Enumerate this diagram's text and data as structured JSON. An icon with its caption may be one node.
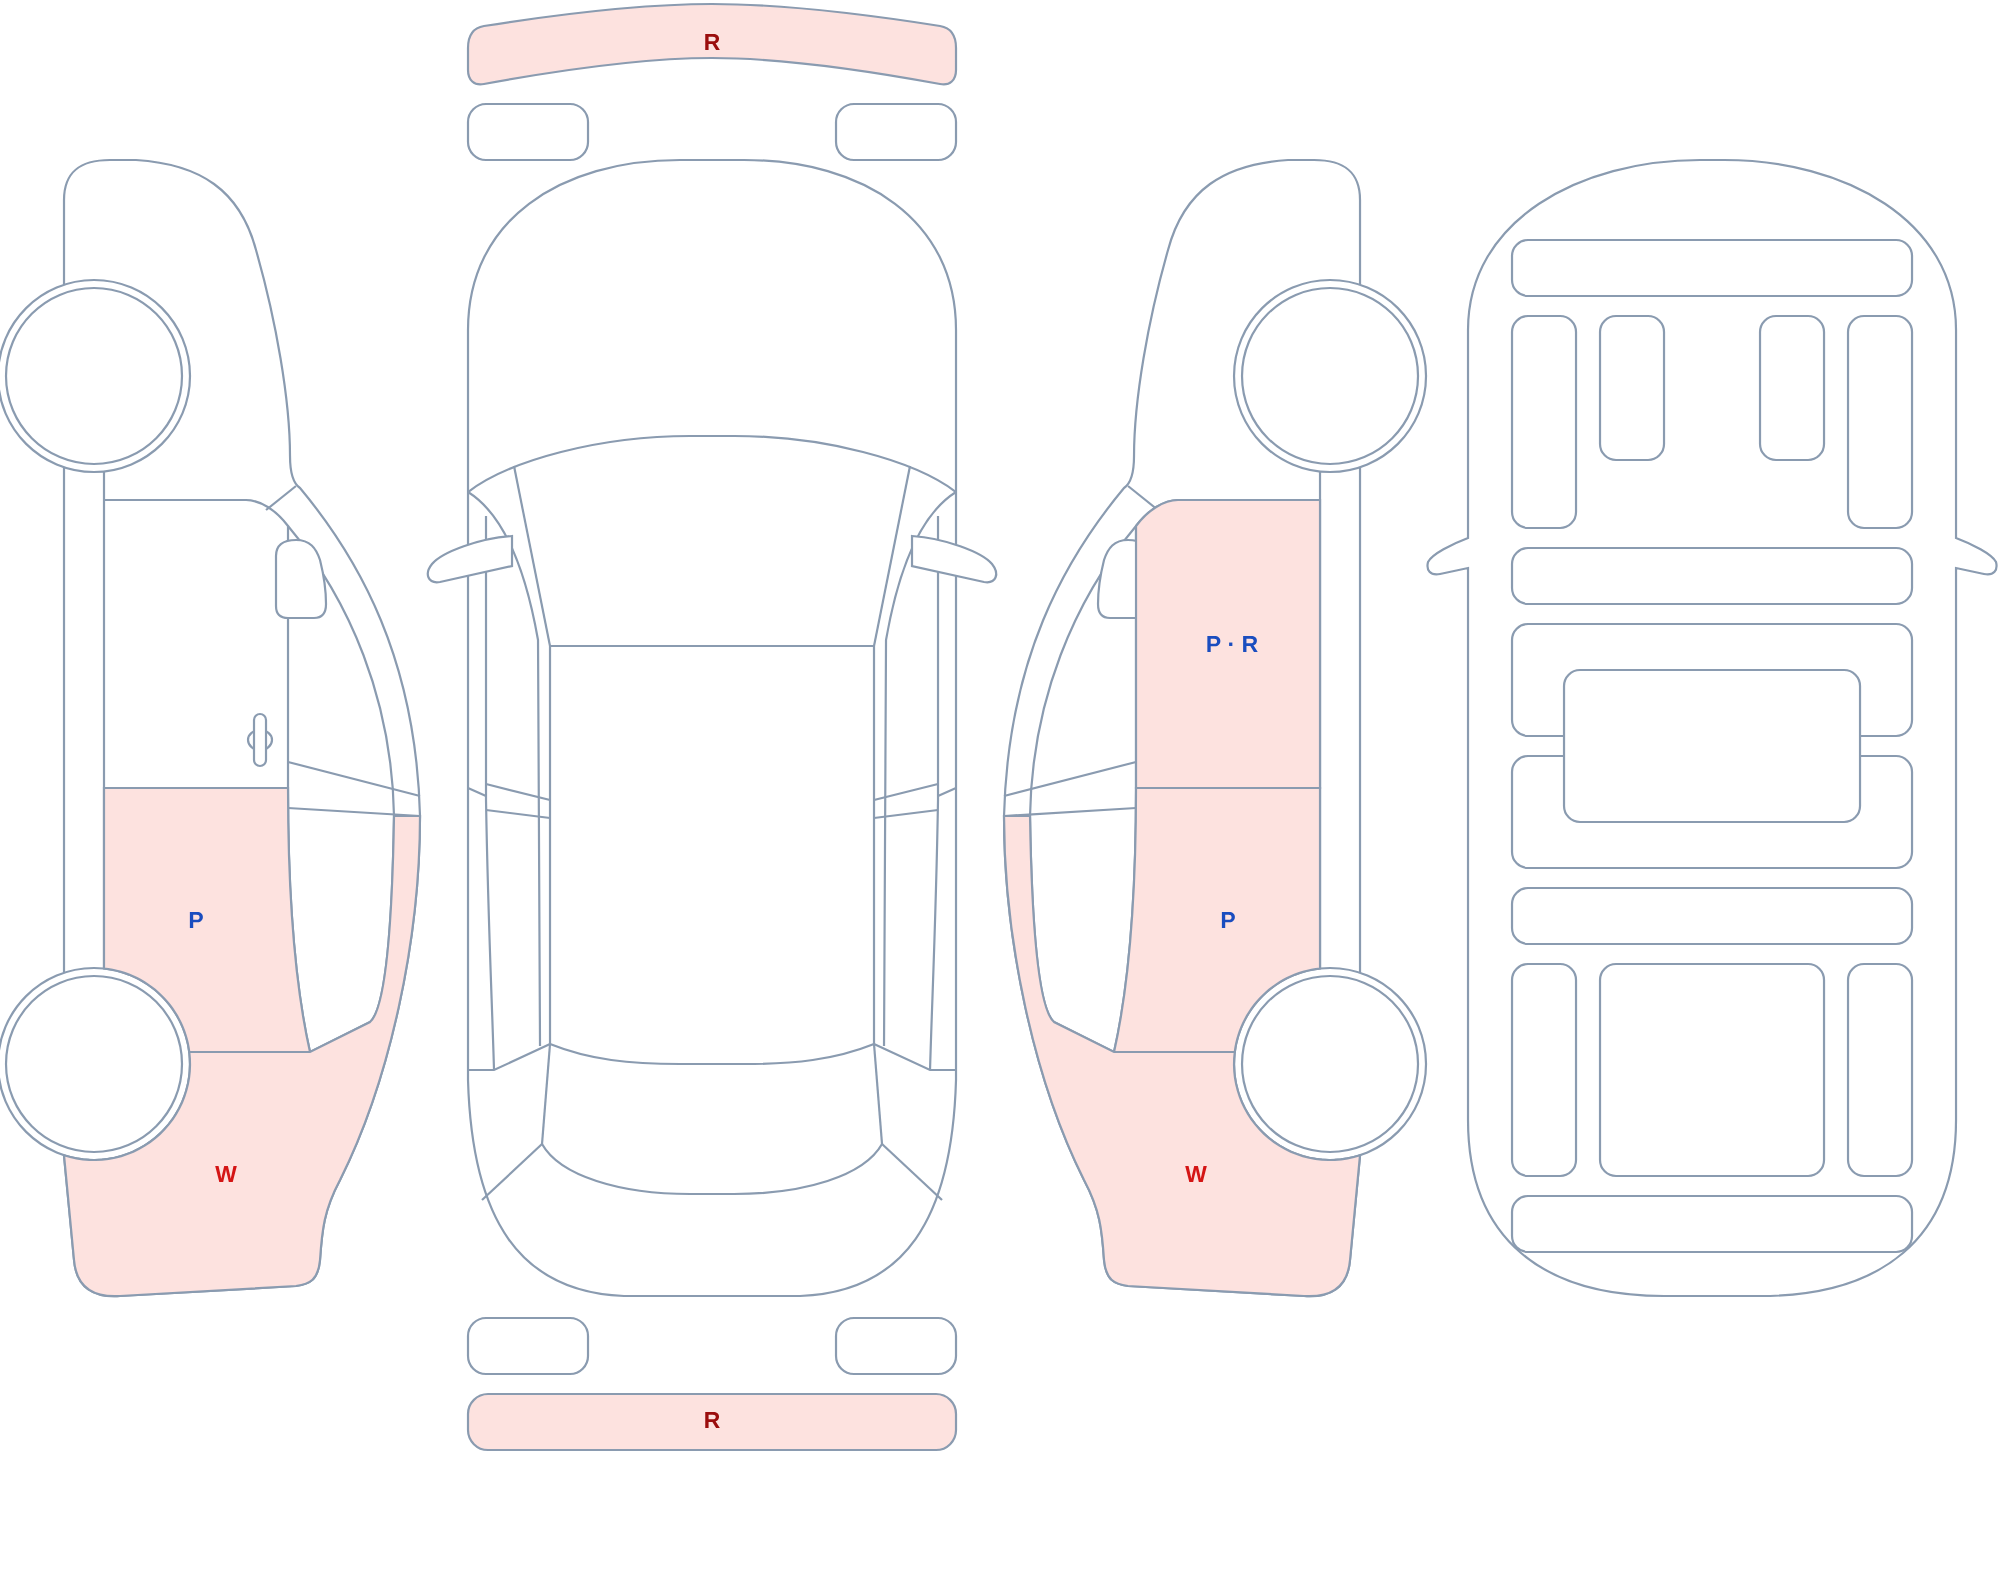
{
  "diagram": {
    "nodes": [
      {
        "text": [
          "R"
        ]
      },
      {
        "text": [
          "P · R"
        ]
      },
      {
        "text": [
          "P"
        ]
      },
      {
        "text": [
          "P"
        ]
      },
      {
        "text": [
          "W"
        ]
      },
      {
        "text": [
          "W"
        ]
      },
      {
        "text": [
          "R"
        ]
      }
    ]
  }
}
